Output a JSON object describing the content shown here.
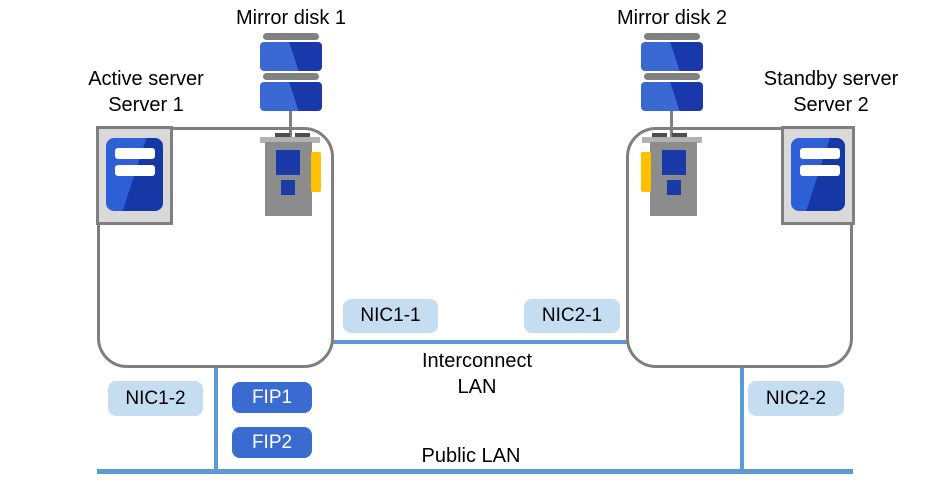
{
  "server1": {
    "title_line1": "Active server",
    "title_line2": "Server 1",
    "mirror_disk_label": "Mirror disk 1",
    "nic_interconnect": "NIC1-1",
    "nic_public": "NIC1-2"
  },
  "server2": {
    "title_line1": "Standby server",
    "title_line2": "Server 2",
    "mirror_disk_label": "Mirror disk 2",
    "nic_interconnect": "NIC2-1",
    "nic_public": "NIC2-2"
  },
  "fips": {
    "fip1": "FIP1",
    "fip2": "FIP2"
  },
  "networks": {
    "interconnect_line1": "Interconnect",
    "interconnect_line2": "LAN",
    "public": "Public LAN"
  },
  "colors": {
    "lan_line": "#5b9bd5",
    "nic_fill": "#c5ddf1",
    "fip_fill": "#3a6bd0",
    "disk_blue": "#3a69d3",
    "disk_blue_dark": "#1838ab",
    "tower_blue": "#2d60d6",
    "tower_blue_dark": "#1638a6",
    "outline_gray": "#7f7f7f",
    "card_gray": "#8c8c8c",
    "card_tab_yellow": "#ffc000"
  }
}
